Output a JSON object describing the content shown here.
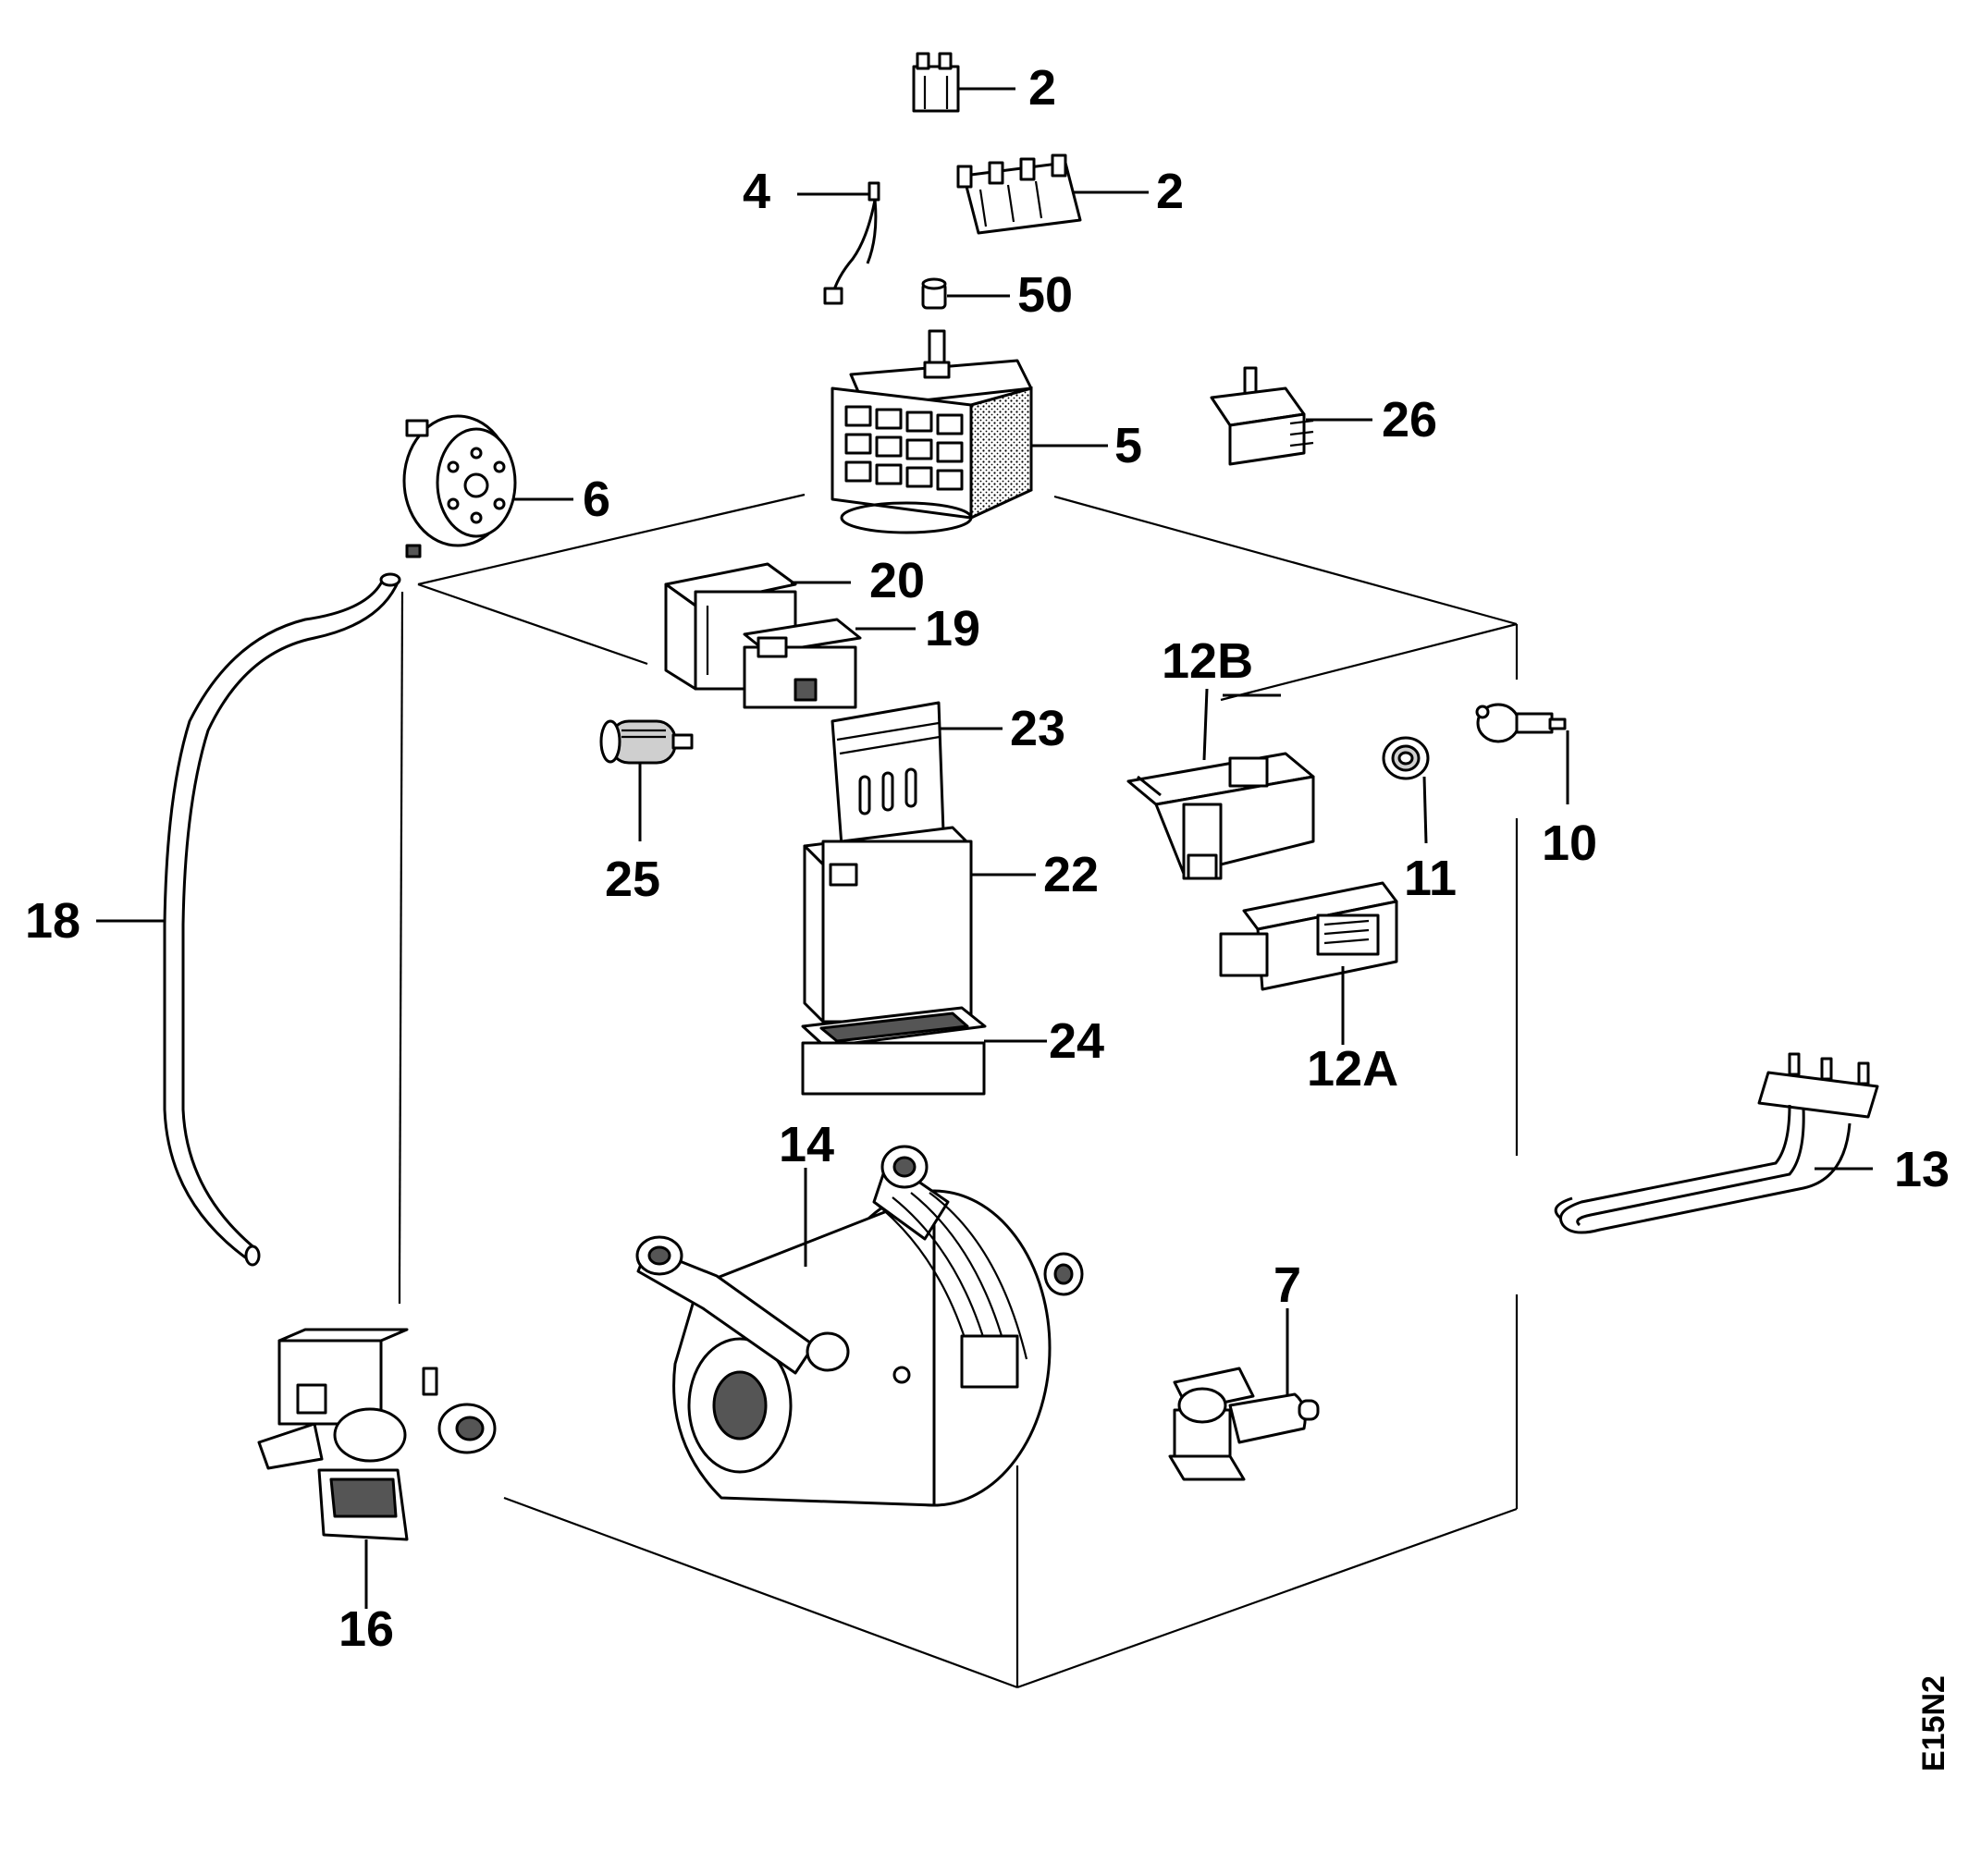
{
  "diagram": {
    "drawing_code": "E15N2",
    "callouts": [
      {
        "key": "p2a",
        "label": "2"
      },
      {
        "key": "p2b",
        "label": "2"
      },
      {
        "key": "p4",
        "label": "4"
      },
      {
        "key": "p50",
        "label": "50"
      },
      {
        "key": "p5",
        "label": "5"
      },
      {
        "key": "p26",
        "label": "26"
      },
      {
        "key": "p6",
        "label": "6"
      },
      {
        "key": "p20",
        "label": "20"
      },
      {
        "key": "p19",
        "label": "19"
      },
      {
        "key": "p12b",
        "label": "12B"
      },
      {
        "key": "p23",
        "label": "23"
      },
      {
        "key": "p25",
        "label": "25"
      },
      {
        "key": "p22",
        "label": "22"
      },
      {
        "key": "p11",
        "label": "11"
      },
      {
        "key": "p10",
        "label": "10"
      },
      {
        "key": "p18",
        "label": "18"
      },
      {
        "key": "p24",
        "label": "24"
      },
      {
        "key": "p12a",
        "label": "12A"
      },
      {
        "key": "p14",
        "label": "14"
      },
      {
        "key": "p13",
        "label": "13"
      },
      {
        "key": "p7",
        "label": "7"
      },
      {
        "key": "p16",
        "label": "16"
      }
    ]
  }
}
